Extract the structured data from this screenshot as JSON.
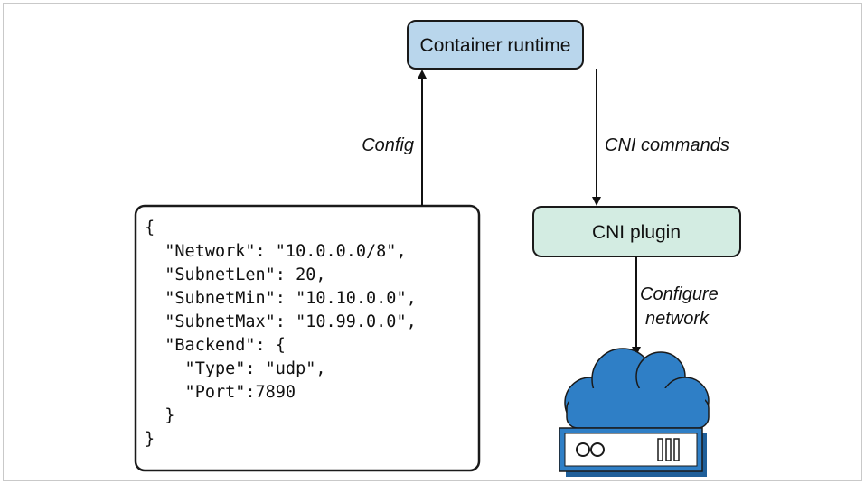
{
  "nodes": {
    "runtime": {
      "label": "Container runtime",
      "fill": "#b9d6ec",
      "stroke": "#1a1a1a"
    },
    "plugin": {
      "label": "CNI plugin",
      "fill": "#d3ece2",
      "stroke": "#1a1a1a"
    }
  },
  "edges": {
    "config": "Config",
    "cni_commands": "CNI commands",
    "configure_line1": "Configure",
    "configure_line2": "network"
  },
  "config_code": [
    "{",
    "  \"Network\": \"10.0.0.0/8\",",
    "  \"SubnetLen\": 20,",
    "  \"SubnetMin\": \"10.10.0.0\",",
    "  \"SubnetMax\": \"10.99.0.0\",",
    "  \"Backend\": {",
    "    \"Type\": \"udp\",",
    "    \"Port\":7890",
    "  }",
    "}"
  ],
  "network_icon": {
    "name": "cloud-server-icon",
    "cloud_color": "#2f7fc6",
    "server_color": "#2f7fc6"
  }
}
